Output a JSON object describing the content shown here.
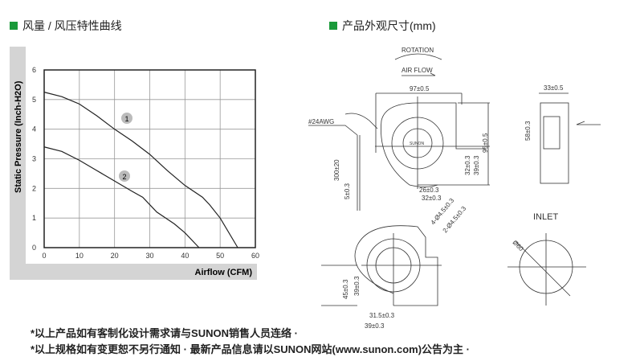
{
  "headings": {
    "curve": "风量 / 风压特性曲线",
    "dims": "产品外观尺寸(mm)"
  },
  "colors": {
    "accent": "#1a9a3a",
    "panel": "#d4d4d4"
  },
  "chart_data": {
    "type": "line",
    "xlabel": "Airflow (CFM)",
    "ylabel": "Static Pressure (Inch-H2O)",
    "xlim": [
      0,
      60
    ],
    "ylim": [
      0,
      6
    ],
    "xticks": [
      "0",
      "10",
      "20",
      "30",
      "40",
      "50",
      "60"
    ],
    "yticks": [
      "0",
      "1",
      "2",
      "3",
      "4",
      "5",
      "6"
    ],
    "grid": true,
    "series": [
      {
        "name": "1",
        "x": [
          0,
          5,
          10,
          15,
          20,
          25,
          30,
          35,
          40,
          45,
          47,
          50,
          55
        ],
        "y": [
          5.25,
          5.1,
          4.85,
          4.45,
          4.0,
          3.6,
          3.15,
          2.6,
          2.1,
          1.7,
          1.45,
          1.0,
          0
        ]
      },
      {
        "name": "2",
        "x": [
          0,
          5,
          10,
          15,
          20,
          25,
          28,
          30,
          32,
          37,
          40,
          44
        ],
        "y": [
          3.4,
          3.25,
          2.95,
          2.6,
          2.25,
          1.9,
          1.7,
          1.45,
          1.2,
          0.8,
          0.5,
          0
        ]
      }
    ]
  },
  "drawing": {
    "rotation": "ROTATION",
    "airflow": "AIR FLOW",
    "brand": "SUNON",
    "wire": "#24AWG",
    "width": "97±0.5",
    "height": "95±0.5",
    "lead": "300±20",
    "strip": "5±0.3",
    "d32v": "32±0.3",
    "d39v": "39±0.3",
    "d26": "26±0.3",
    "d32h": "32±0.3",
    "side_w": "33±0.5",
    "side_h": "58±0.3",
    "holes4": "4-Ø4.5±0.3",
    "holes2": "2-Ø4.5±0.3",
    "b45": "45±0.3",
    "b39": "39±0.3",
    "b315": "31.5±0.3",
    "b39h": "39±0.3",
    "inlet": "INLET",
    "dia": "Ø60"
  },
  "notes": [
    "*以上产品如有客制化设计需求请与SUNON销售人员连络 ·",
    "*以上规格如有变更恕不另行通知 · 最新产品信息请以SUNON网站(www.sunon.com)公告为主 ·"
  ]
}
